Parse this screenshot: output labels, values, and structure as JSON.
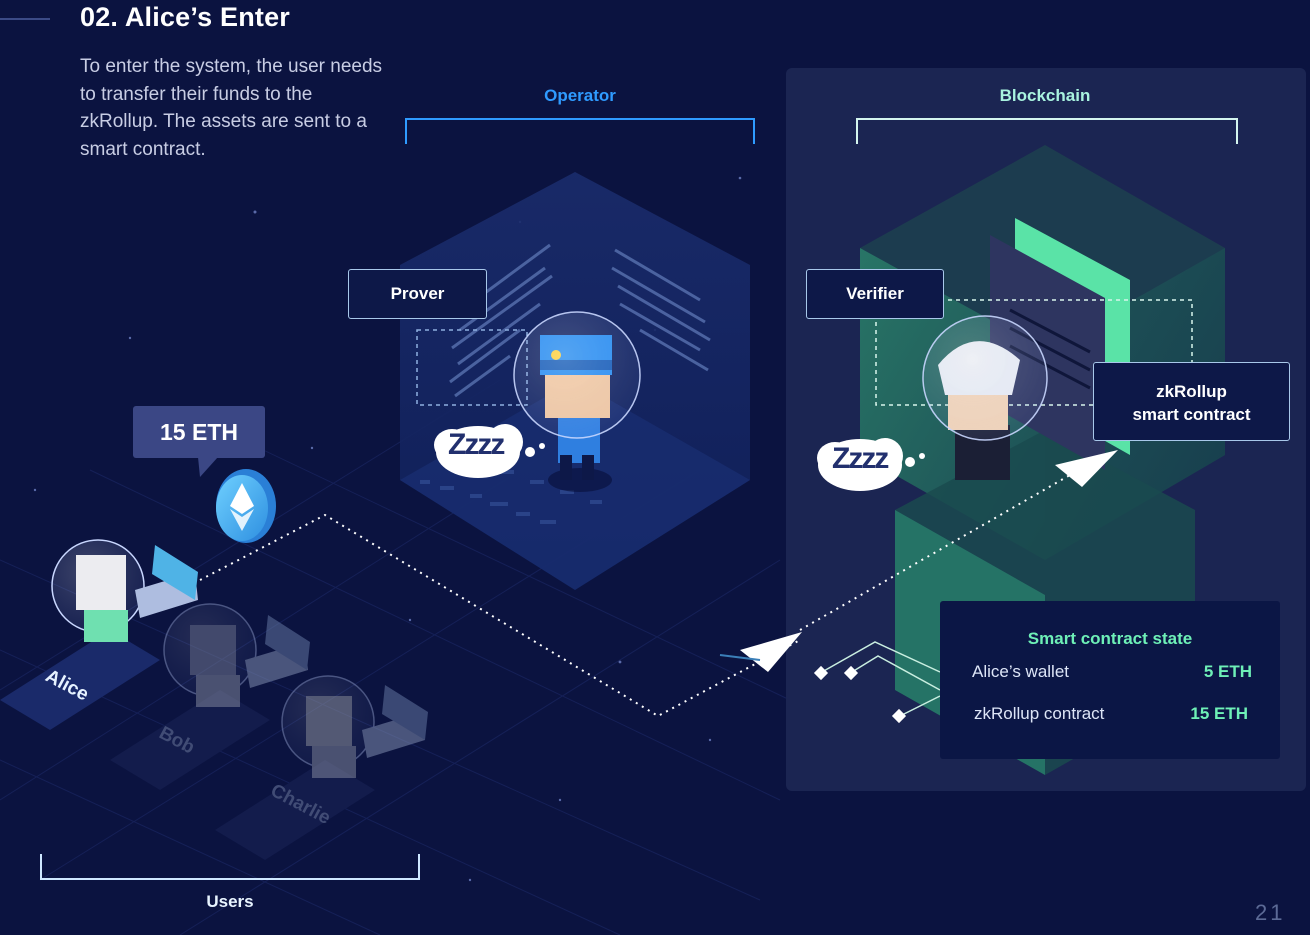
{
  "header": {
    "title": "02. Alice’s Enter",
    "intro": "To enter the system, the user needs to transfer their funds to the zkRollup. The assets are sent to a smart contract."
  },
  "sections": {
    "operator": "Operator",
    "blockchain": "Blockchain",
    "users": "Users"
  },
  "roles": {
    "prover": "Prover",
    "verifier": "Verifier",
    "zk_contract_line1": "zkRollup",
    "zk_contract_line2": "smart contract"
  },
  "transfer": {
    "amount": "15 ETH",
    "sleep_text": "Zzzz"
  },
  "users": [
    "Alice",
    "Bob",
    "Charlie"
  ],
  "state": {
    "title": "Smart contract state",
    "rows": [
      {
        "label": "Alice’s wallet",
        "value": "5 ETH"
      },
      {
        "label": "zkRollup contract",
        "value": "15 ETH"
      }
    ]
  },
  "page_number": "21",
  "colors": {
    "background": "#0b1340",
    "operator_accent": "#2f9bff",
    "blockchain_accent": "#6ef0b7",
    "panel": "#1b2552"
  }
}
